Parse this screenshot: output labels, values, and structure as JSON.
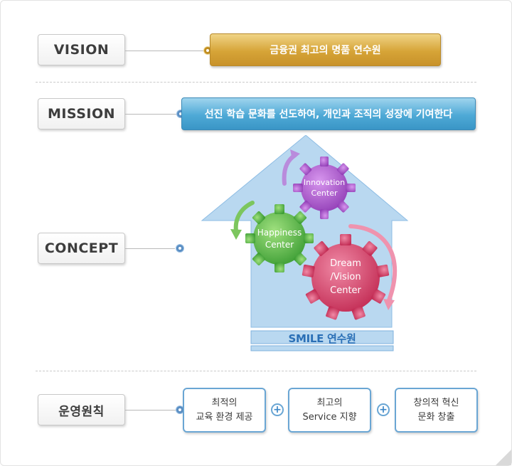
{
  "vision": {
    "label": "VISION",
    "text": "금융권 최고의 명품 연수원"
  },
  "mission": {
    "label": "MISSION",
    "text": "선진 학습 문화를 선도하여, 개인과 조직의 성장에 기여한다"
  },
  "concept": {
    "label": "CONCEPT",
    "gears": [
      {
        "line1": "Innovation",
        "line2": "Center",
        "line3": ""
      },
      {
        "line1": "Happiness",
        "line2": "Center",
        "line3": ""
      },
      {
        "line1": "Dream",
        "line2": "/Vision",
        "line3": "Center"
      }
    ],
    "house_label": "SMILE 연수원"
  },
  "operation": {
    "label": "운영원칙",
    "principles": [
      {
        "line1": "최적의",
        "line2": "교육 환경 제공"
      },
      {
        "line1": "최고의",
        "line2": "Service 지향"
      },
      {
        "line1": "창의적 혁신",
        "line2": "문화 창출"
      }
    ],
    "plus_symbol": "+"
  },
  "colors": {
    "vision_gold": "#d6a437",
    "mission_blue": "#4ea9d6",
    "house_blue": "#b9d8f0",
    "gear_purple": "#a658c8",
    "gear_green": "#5fbe4f",
    "gear_red": "#d44466",
    "arrow_pink": "#ef93ae"
  }
}
